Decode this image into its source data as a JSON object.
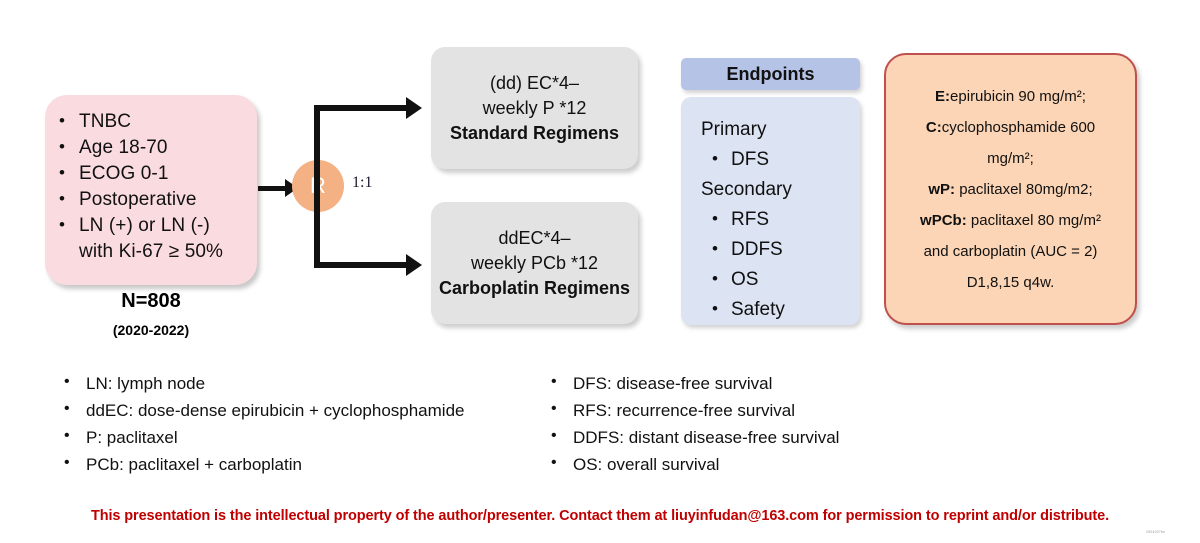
{
  "eligibility": {
    "criteria": [
      "TNBC",
      "Age 18-70",
      "ECOG 0-1",
      "Postoperative",
      "LN (+) or LN (-)\nwith Ki-67 ≥ 50%"
    ],
    "enrollment": "N=808",
    "period": "(2020-2022)"
  },
  "randomization": {
    "node_label": "R",
    "ratio": "1:1"
  },
  "arms": [
    {
      "line1": "(dd) EC*4–",
      "line2": "weekly P *12",
      "name": "Standard Regimens"
    },
    {
      "line1": "ddEC*4–",
      "line2": "weekly PCb *12",
      "name": "Carboplatin Regimens"
    }
  ],
  "endpoints": {
    "header": "Endpoints",
    "primary_label": "Primary",
    "primary": [
      "DFS"
    ],
    "secondary_label": "Secondary",
    "secondary": [
      "RFS",
      "DDFS",
      "OS",
      "Safety"
    ]
  },
  "drugs": {
    "lines": [
      {
        "code": "E:",
        "text": "epirubicin 90 mg/m²;"
      },
      {
        "code": "C:",
        "text": "cyclophosphamide 600"
      },
      {
        "code": "",
        "text": "mg/m²;"
      },
      {
        "code": "wP:",
        "text": " paclitaxel 80mg/m2;"
      },
      {
        "code": "wPCb:",
        "text": " paclitaxel 80 mg/m²"
      },
      {
        "code": "",
        "text": "and carboplatin (AUC = 2)"
      },
      {
        "code": "",
        "text": "D1,8,15 q4w."
      }
    ]
  },
  "legend_left": [
    "LN: lymph node",
    "ddEC: dose-dense epirubicin + cyclophosphamide",
    "P: paclitaxel",
    "PCb: paclitaxel + carboplatin"
  ],
  "legend_right": [
    "DFS: disease-free survival",
    "RFS: recurrence-free survival",
    "DDFS: distant disease-free survival",
    "OS: overall survival"
  ],
  "footer": {
    "notice": "This presentation is the intellectual property of the author/presenter. Contact them at liuyinfudan@163.com for permission to reprint and/or distribute.",
    "watermark": "2504007tm"
  },
  "colors": {
    "pink": "#FADBE0",
    "orange_node": "#F4B183",
    "gray_box": "#E3E3E3",
    "blue_header": "#B4C3E6",
    "blue_body": "#DCE3F3",
    "drug_fill": "#FBD5B5",
    "drug_border": "#C0504D",
    "footer_red": "#C00000"
  }
}
